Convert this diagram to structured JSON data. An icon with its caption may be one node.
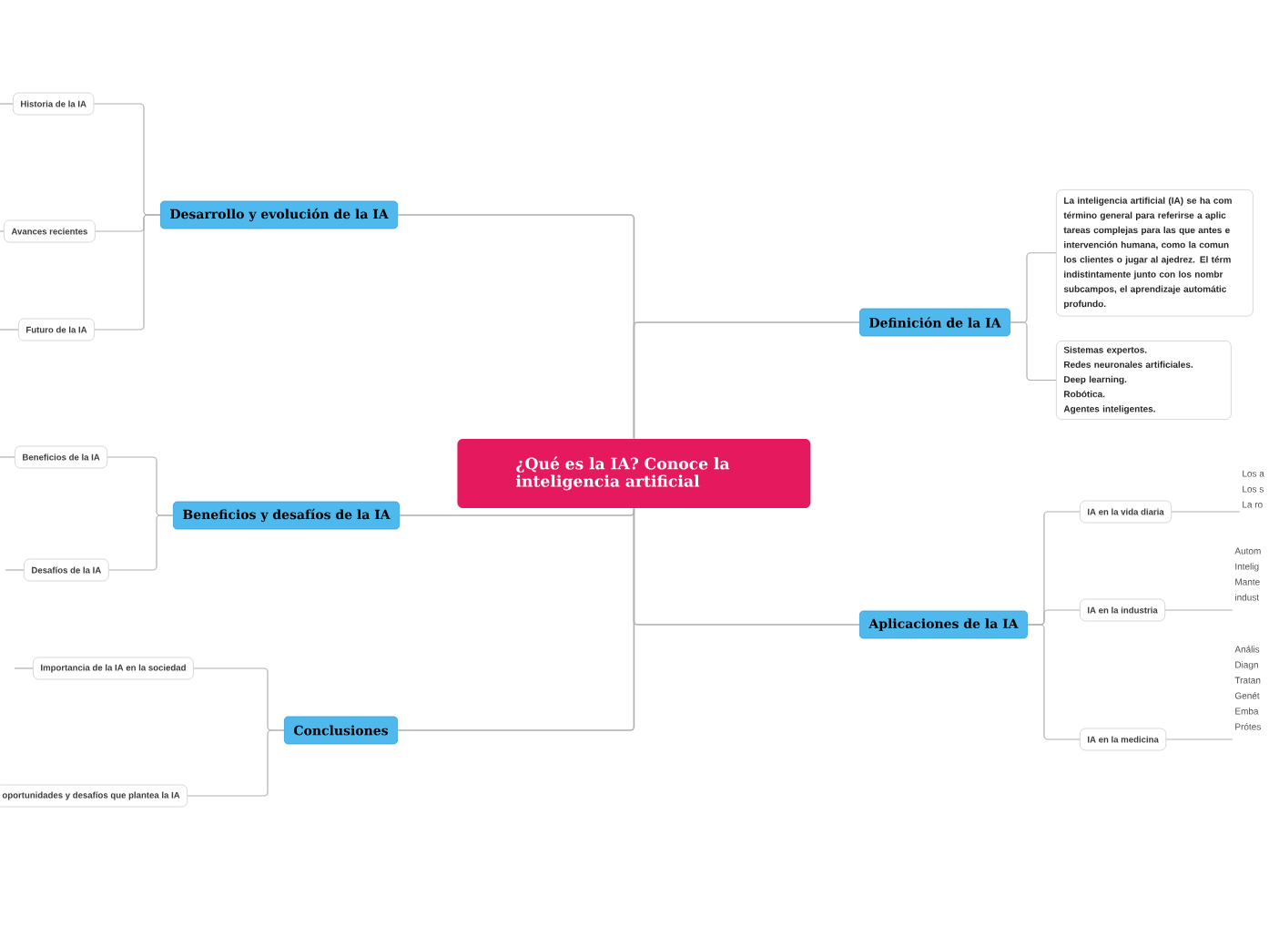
{
  "diagram": {
    "nodes": [
      {
        "text": [
          "¿Qué es la IA? Conoce la inteligencia artificial"
        ]
      },
      {
        "text": [
          "Desarrollo y evolución de la IA"
        ]
      },
      {
        "text": [
          "Historia de la IA"
        ]
      },
      {
        "text": [
          "Avances recientes"
        ]
      },
      {
        "text": [
          "Futuro de la IA"
        ]
      },
      {
        "text": [
          "Beneficios y desafíos de la IA"
        ]
      },
      {
        "text": [
          "Beneficios de la IA"
        ]
      },
      {
        "text": [
          "Desafíos de la IA"
        ]
      },
      {
        "text": [
          "Conclusiones"
        ]
      },
      {
        "text": [
          "Importancia de la IA en la sociedad"
        ]
      },
      {
        "text": [
          "oportunidades y desafíos que plantea la IA"
        ]
      },
      {
        "text": [
          "Definición de la IA"
        ]
      },
      {
        "text": [
          "La inteligencia artificial (IA) se ha com término general para referirse a aplic tareas complejas para las que antes e intervención humana, como la comun los clientes o jugar al ajedrez. El térm indistintamente junto con los nombr subcampos, el aprendizaje automátic profundo."
        ]
      },
      {
        "text": [
          "Sistemas expertos.",
          "Redes neuronales artificiales.",
          "Deep learning.",
          "Robótica.",
          "Agentes inteligentes."
        ]
      },
      {
        "text": [
          "Aplicaciones de la IA"
        ]
      },
      {
        "text": [
          "IA en la vida diaria"
        ]
      },
      {
        "text": [
          "IA en la industria"
        ]
      },
      {
        "text": [
          "IA en la medicina"
        ]
      },
      {
        "text": [
          "Los a",
          "Los s",
          "La ro"
        ]
      },
      {
        "text": [
          "Autom",
          "Intelig",
          "Mante",
          "indust"
        ]
      },
      {
        "text": [
          "Anális",
          "Diagn",
          "Tratan",
          "Genét",
          "Emba",
          "Prótes"
        ]
      }
    ],
    "edges": [
      {
        "from": 0,
        "to": 1,
        "arrow": "none"
      },
      {
        "from": 0,
        "to": 5,
        "arrow": "none"
      },
      {
        "from": 0,
        "to": 8,
        "arrow": "none"
      },
      {
        "from": 0,
        "to": 11,
        "arrow": "none"
      },
      {
        "from": 0,
        "to": 14,
        "arrow": "none"
      },
      {
        "from": 1,
        "to": 2,
        "arrow": "none"
      },
      {
        "from": 1,
        "to": 3,
        "arrow": "none"
      },
      {
        "from": 1,
        "to": 4,
        "arrow": "none"
      },
      {
        "from": 5,
        "to": 6,
        "arrow": "none"
      },
      {
        "from": 5,
        "to": 7,
        "arrow": "none"
      },
      {
        "from": 8,
        "to": 9,
        "arrow": "none"
      },
      {
        "from": 8,
        "to": 10,
        "arrow": "none"
      },
      {
        "from": 11,
        "to": 12,
        "arrow": "none"
      },
      {
        "from": 11,
        "to": 13,
        "arrow": "none"
      },
      {
        "from": 14,
        "to": 15,
        "arrow": "none"
      },
      {
        "from": 14,
        "to": 16,
        "arrow": "none"
      },
      {
        "from": 14,
        "to": 17,
        "arrow": "none"
      },
      {
        "from": 15,
        "to": 18,
        "arrow": "none"
      },
      {
        "from": 16,
        "to": 19,
        "arrow": "none"
      },
      {
        "from": 17,
        "to": 20,
        "arrow": "none"
      },
      {
        "from": 2,
        "to": null,
        "arrow": "none"
      },
      {
        "from": 3,
        "to": null,
        "arrow": "none"
      },
      {
        "from": 4,
        "to": null,
        "arrow": "none"
      },
      {
        "from": 6,
        "to": null,
        "arrow": "none"
      },
      {
        "from": 7,
        "to": null,
        "arrow": "none"
      },
      {
        "from": 9,
        "to": null,
        "arrow": "none"
      }
    ]
  }
}
